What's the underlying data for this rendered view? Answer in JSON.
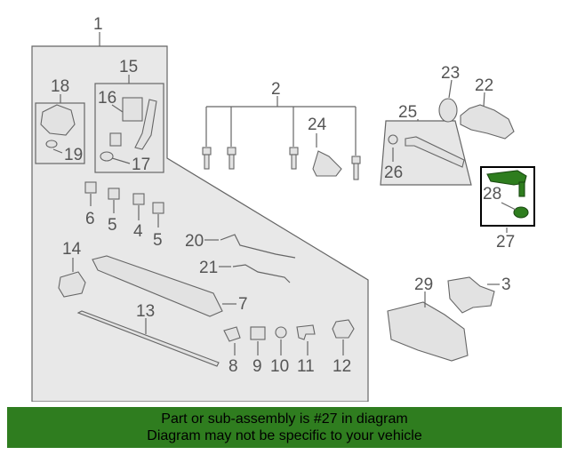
{
  "diagram": {
    "callouts": [
      "1",
      "2",
      "3",
      "4",
      "5",
      "5",
      "6",
      "7",
      "8",
      "9",
      "10",
      "11",
      "12",
      "13",
      "14",
      "15",
      "16",
      "17",
      "18",
      "19",
      "20",
      "21",
      "22",
      "23",
      "24",
      "25",
      "26",
      "27",
      "28",
      "29"
    ]
  },
  "banner": {
    "line1": "Part or sub-assembly is #27 in diagram",
    "line2": "Diagram may not be specific to your vehicle"
  },
  "colors": {
    "highlight": "#2e7d1e",
    "banner_bg": "#2f7d1f"
  }
}
